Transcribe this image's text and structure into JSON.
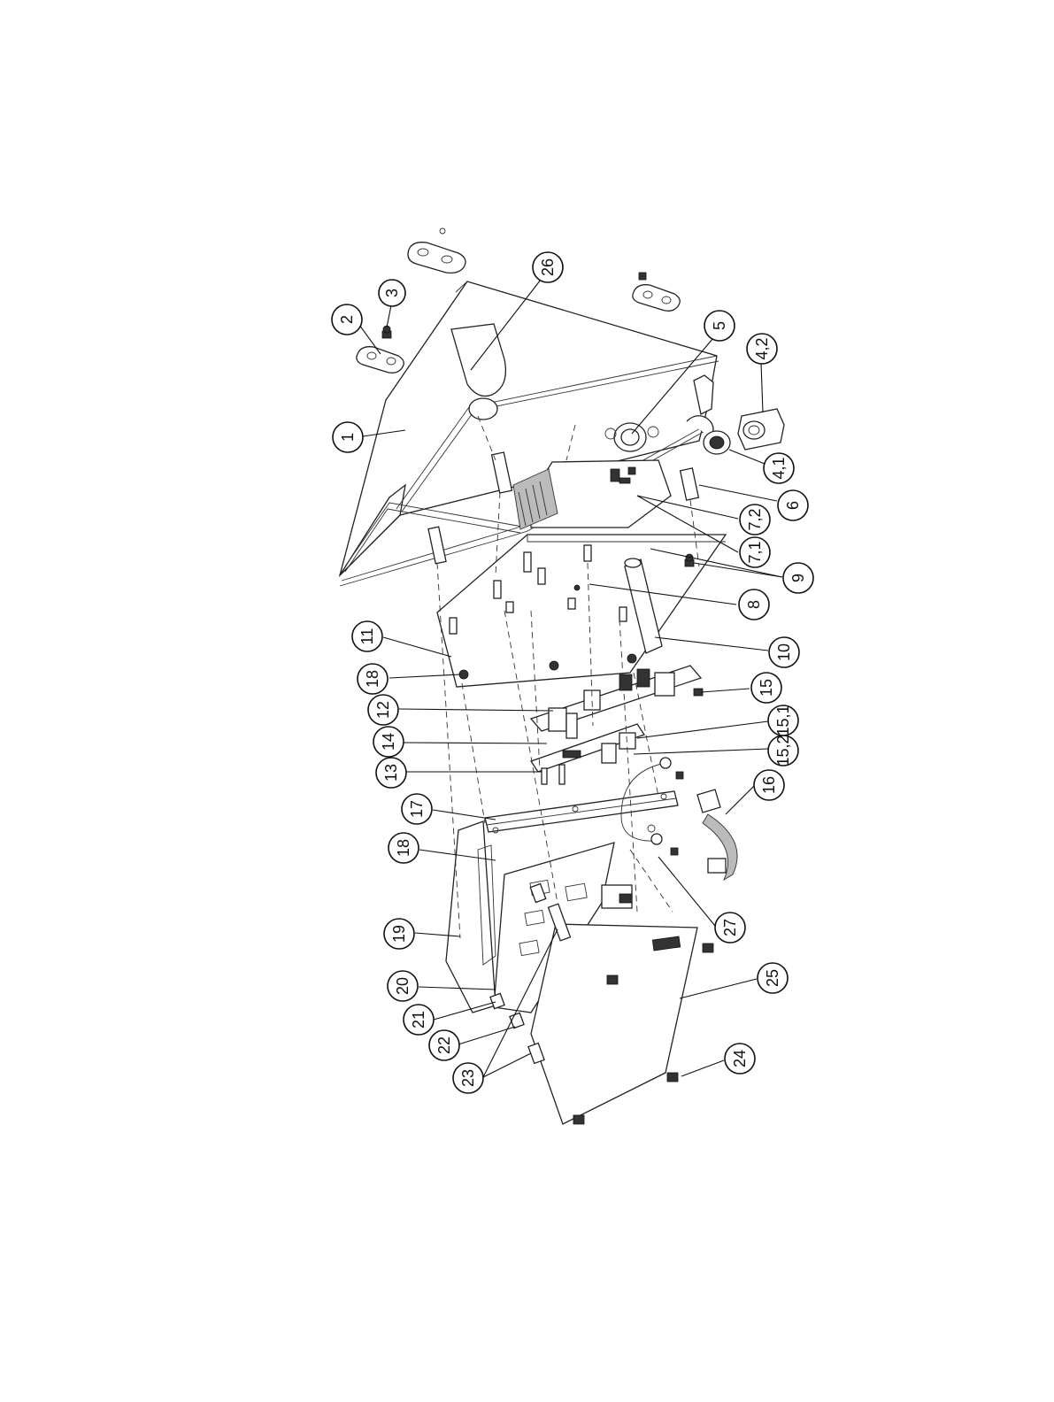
{
  "callouts": [
    {
      "id": "1",
      "label": "1"
    },
    {
      "id": "2",
      "label": "2"
    },
    {
      "id": "3",
      "label": "3"
    },
    {
      "id": "26",
      "label": "26"
    },
    {
      "id": "5",
      "label": "5"
    },
    {
      "id": "4_2",
      "label": "4,2"
    },
    {
      "id": "4_1",
      "label": "4,1"
    },
    {
      "id": "6",
      "label": "6"
    },
    {
      "id": "7_2",
      "label": "7,2"
    },
    {
      "id": "7_1",
      "label": "7,1"
    },
    {
      "id": "9",
      "label": "9"
    },
    {
      "id": "8",
      "label": "8"
    },
    {
      "id": "10",
      "label": "10"
    },
    {
      "id": "11",
      "label": "11"
    },
    {
      "id": "18a",
      "label": "18"
    },
    {
      "id": "15",
      "label": "15"
    },
    {
      "id": "12",
      "label": "12"
    },
    {
      "id": "15_1",
      "label": "15,1"
    },
    {
      "id": "14",
      "label": "14"
    },
    {
      "id": "15_2",
      "label": "15,2"
    },
    {
      "id": "13",
      "label": "13"
    },
    {
      "id": "16",
      "label": "16"
    },
    {
      "id": "17",
      "label": "17"
    },
    {
      "id": "18b",
      "label": "18"
    },
    {
      "id": "27",
      "label": "27"
    },
    {
      "id": "19",
      "label": "19"
    },
    {
      "id": "25",
      "label": "25"
    },
    {
      "id": "20",
      "label": "20"
    },
    {
      "id": "21",
      "label": "21"
    },
    {
      "id": "24",
      "label": "24"
    },
    {
      "id": "22",
      "label": "22"
    },
    {
      "id": "23",
      "label": "23"
    }
  ]
}
